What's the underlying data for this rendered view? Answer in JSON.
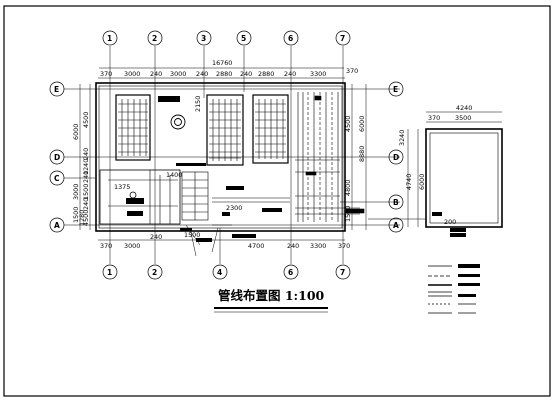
{
  "title": "管线布置图 1:100",
  "axes_vertical": [
    "1",
    "2",
    "3",
    "4",
    "5",
    "6",
    "7"
  ],
  "axes_horizontal": [
    "E",
    "D",
    "C",
    "B",
    "A"
  ],
  "dims": {
    "overall_top": "16760",
    "top_segments": [
      "370",
      "3000",
      "240",
      "3000",
      "240",
      "2880",
      "240",
      "2880",
      "240",
      "3300",
      "370"
    ],
    "bottom_segments": [
      "370",
      "3000",
      "240",
      "1500",
      "4700",
      "240",
      "3300",
      "370"
    ],
    "left_segments": [
      "6000",
      "4500",
      "240",
      "1240",
      "3000",
      "240",
      "1500",
      "240",
      "1500",
      "1280",
      "4500"
    ],
    "left_misc": "1375",
    "sub": [
      "1400",
      "2150",
      "2300"
    ],
    "right_segments": [
      "4500",
      "6000",
      "4800",
      "8880",
      "3240",
      "1500",
      "4740",
      "6000"
    ],
    "annex_top": [
      "4240",
      "370",
      "3500"
    ],
    "annex_note": "200"
  }
}
